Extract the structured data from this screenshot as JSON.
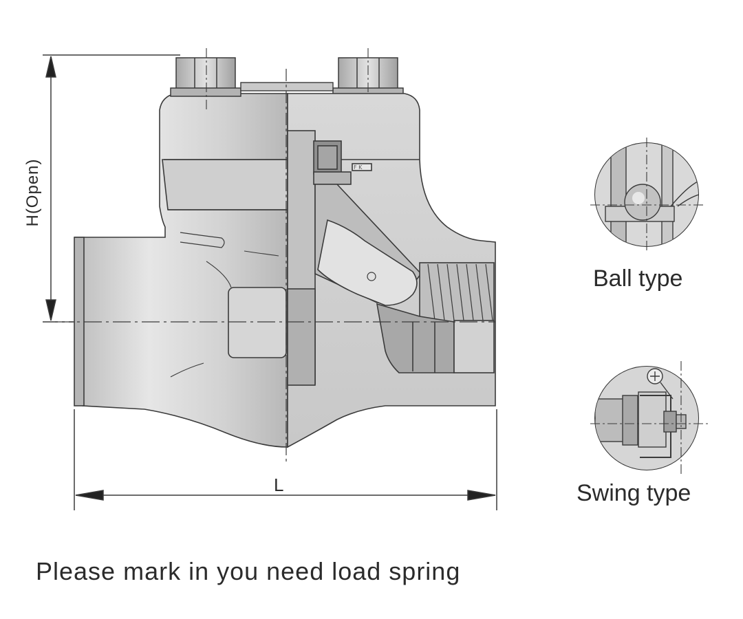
{
  "labels": {
    "height_dimension": "H(Open)",
    "length_dimension": "L",
    "ball_type": "Ball type",
    "swing_type": "Swing type",
    "note": "Please mark in you need load spring"
  },
  "colors": {
    "line": "#3a3a3a",
    "body_light": "#dcdcdc",
    "body_mid": "#c4c4c4",
    "body_dark": "#9a9a9a"
  }
}
